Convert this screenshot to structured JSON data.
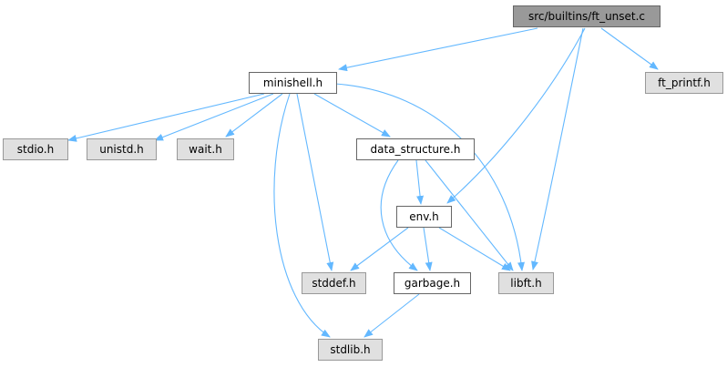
{
  "nodes": {
    "root": "src/builtins/ft_unset.c",
    "minishell": "minishell.h",
    "ft_printf": "ft_printf.h",
    "stdio": "stdio.h",
    "unistd": "unistd.h",
    "wait": "wait.h",
    "data_structure": "data_structure.h",
    "env": "env.h",
    "stddef": "stddef.h",
    "garbage": "garbage.h",
    "libft": "libft.h",
    "stdlib": "stdlib.h"
  },
  "edges": [
    {
      "from": "root",
      "to": "minishell"
    },
    {
      "from": "root",
      "to": "ft_printf"
    },
    {
      "from": "root",
      "to": "env"
    },
    {
      "from": "root",
      "to": "libft"
    },
    {
      "from": "minishell",
      "to": "stdio"
    },
    {
      "from": "minishell",
      "to": "unistd"
    },
    {
      "from": "minishell",
      "to": "wait"
    },
    {
      "from": "minishell",
      "to": "data_structure"
    },
    {
      "from": "minishell",
      "to": "stddef"
    },
    {
      "from": "minishell",
      "to": "stdlib"
    },
    {
      "from": "minishell",
      "to": "libft"
    },
    {
      "from": "data_structure",
      "to": "env"
    },
    {
      "from": "data_structure",
      "to": "garbage"
    },
    {
      "from": "data_structure",
      "to": "libft"
    },
    {
      "from": "env",
      "to": "stddef"
    },
    {
      "from": "env",
      "to": "garbage"
    },
    {
      "from": "env",
      "to": "libft"
    },
    {
      "from": "garbage",
      "to": "stdlib"
    }
  ],
  "colors": {
    "edge": "#63b8ff",
    "root_fill": "#999999",
    "node_fill": "#e0e0e0",
    "documented_fill": "#ffffff",
    "border": "#666666"
  }
}
